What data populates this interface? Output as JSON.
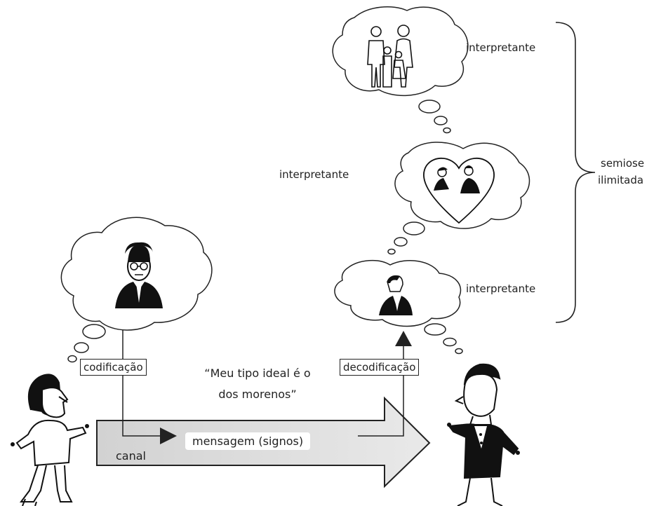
{
  "labels": {
    "interpretante_top": "interpretante",
    "interpretante_mid": "interpretante",
    "interpretante_low": "interpretante",
    "semiose_line1": "semiose",
    "semiose_line2": "ilimitada",
    "codificacao": "codificação",
    "decodificacao": "decodificação",
    "quote_line1": "“Meu tipo ideal é o",
    "quote_line2": "dos morenos”",
    "mensagem": "mensagem (signos)",
    "canal": "canal"
  }
}
